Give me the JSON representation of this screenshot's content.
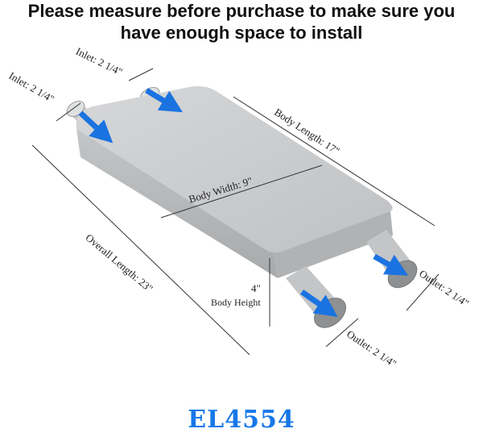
{
  "headline": {
    "line1": "Please measure before purchase to make sure you",
    "line2": "have enough space to install"
  },
  "dimensions": {
    "inlet_top": "Inlet: 2 1/4\"",
    "inlet_left": "Inlet: 2 1/4\"",
    "body_length": "Body Length: 17\"",
    "body_width": "Body Width: 9\"",
    "overall_length": "Overall Length: 23\"",
    "body_height_value": "4\"",
    "body_height_label": "Body Height",
    "outlet_right": "Outlet: 2 1/4\"",
    "outlet_left": "Outlet: 2 1/4\""
  },
  "model": "EL4554",
  "colors": {
    "arrow": "#1a73e0",
    "model": "#1778e8",
    "metal": "#c9cbcd"
  }
}
